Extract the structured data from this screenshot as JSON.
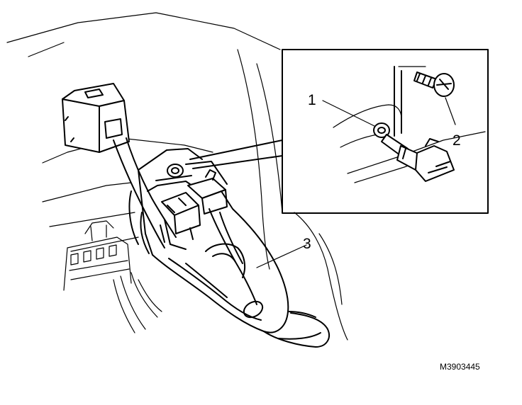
{
  "callouts": {
    "one": "1",
    "two": "2",
    "three": "3"
  },
  "figure_ref": "M3903445"
}
